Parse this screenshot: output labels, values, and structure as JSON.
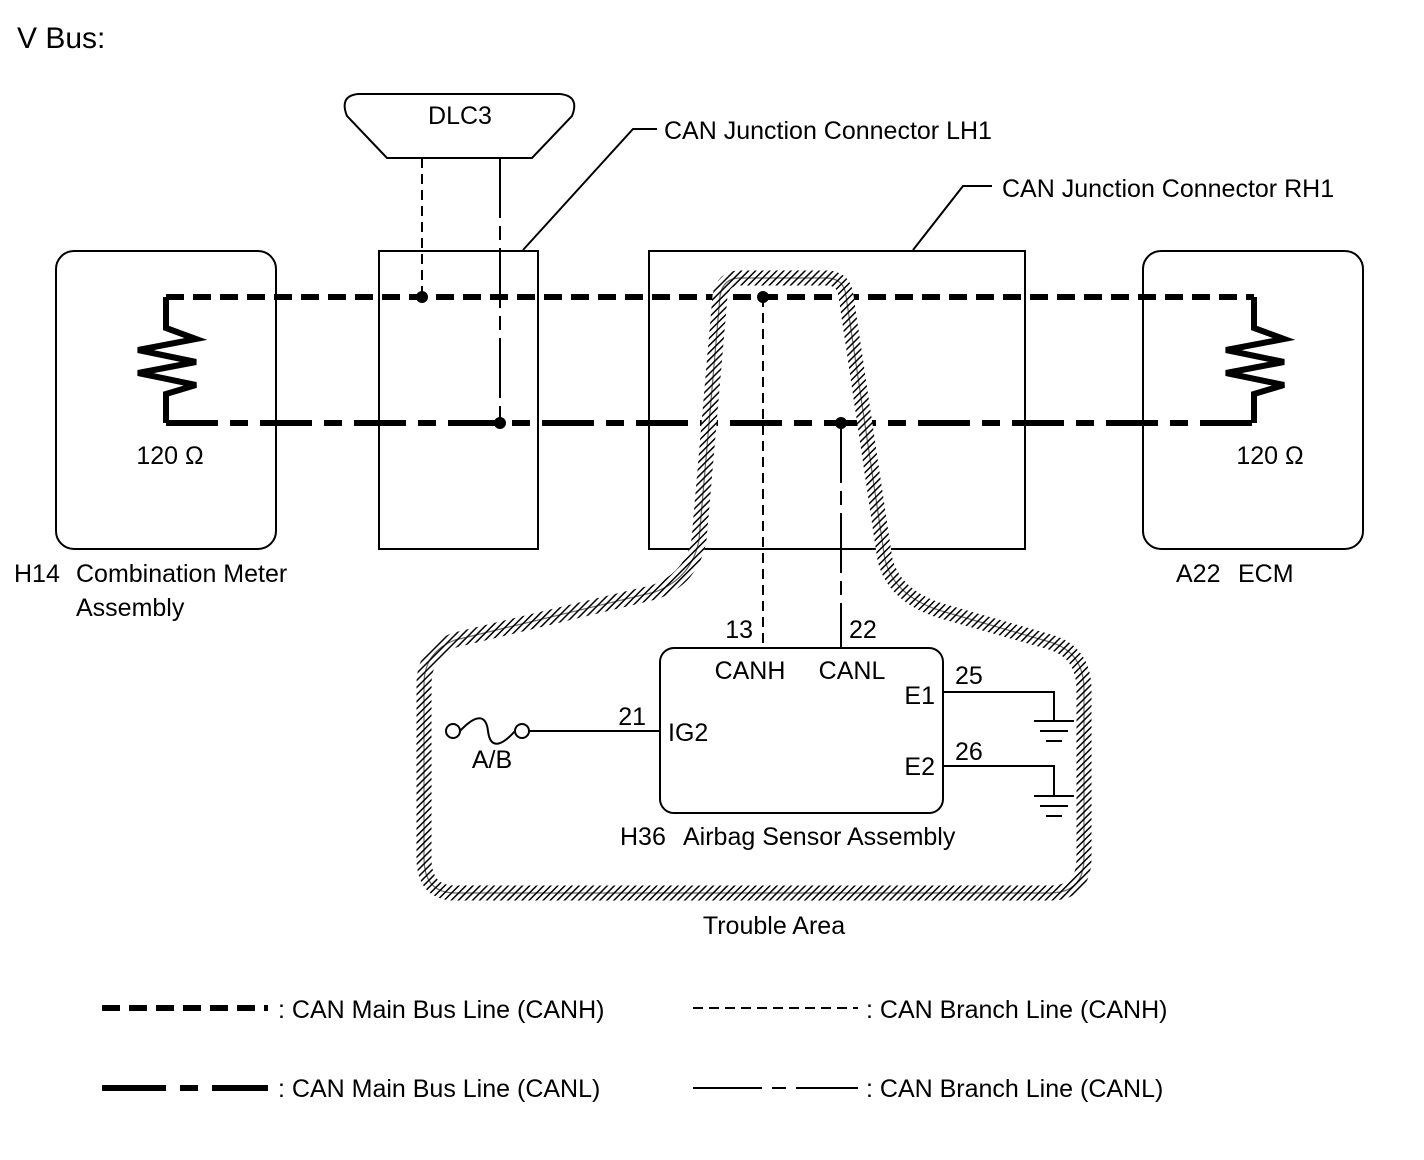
{
  "title": "V Bus:",
  "components": {
    "dlc3": "DLC3",
    "junction_lh1": "CAN Junction Connector LH1",
    "junction_rh1": "CAN Junction Connector RH1",
    "meter": {
      "code": "H14",
      "name_line1": "Combination Meter",
      "name_line2": "Assembly",
      "resistor": "120 Ω"
    },
    "ecm": {
      "code": "A22",
      "name": "ECM",
      "resistor": "120 Ω"
    },
    "airbag": {
      "code": "H36",
      "name": "Airbag Sensor Assembly",
      "pins": {
        "canh_num": "13",
        "canh": "CANH",
        "canl_num": "22",
        "canl": "CANL",
        "e1_num": "25",
        "e1": "E1",
        "e2_num": "26",
        "e2": "E2",
        "ig2_num": "21",
        "ig2": "IG2"
      },
      "fuse": "A/B"
    },
    "trouble_area": "Trouble Area"
  },
  "legend": {
    "main_canh": ": CAN Main Bus Line (CANH)",
    "main_canl": ": CAN Main Bus Line (CANL)",
    "branch_canh": ": CAN Branch Line (CANH)",
    "branch_canl": ": CAN Branch Line (CANL)"
  }
}
